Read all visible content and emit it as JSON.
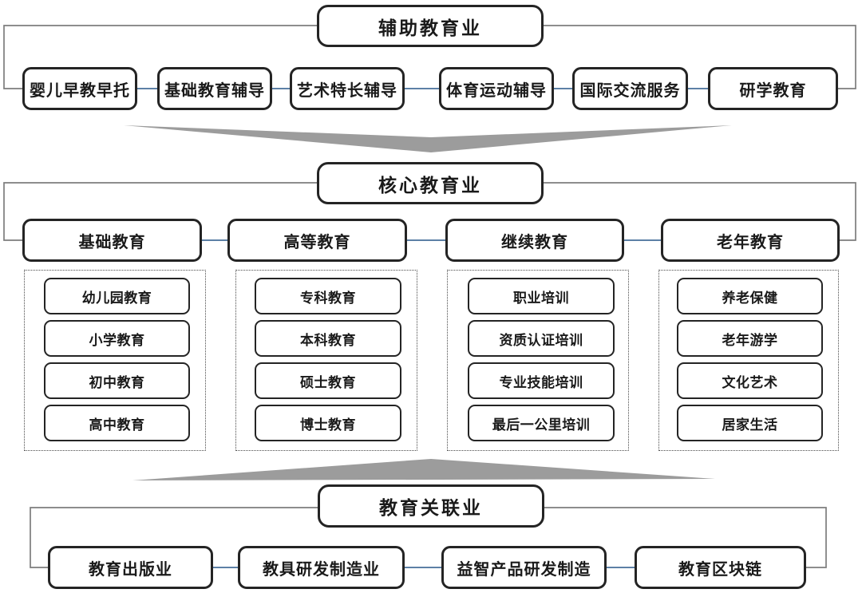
{
  "colors": {
    "background": "#ffffff",
    "box_border": "#242424",
    "text": "#1a1a1a",
    "bracket_line": "#7d7d7d",
    "connector_line": "#5c80a6",
    "divider_arrow": "#9c9c9c"
  },
  "auxiliary": {
    "title": "辅助教育业",
    "items": [
      "婴儿早教早托",
      "基础教育辅导",
      "艺术特长辅导",
      "体育运动辅导",
      "国际交流服务",
      "研学教育"
    ]
  },
  "core": {
    "title": "核心教育业",
    "categories": [
      {
        "label": "基础教育",
        "children": [
          "幼儿园教育",
          "小学教育",
          "初中教育",
          "高中教育"
        ]
      },
      {
        "label": "高等教育",
        "children": [
          "专科教育",
          "本科教育",
          "硕士教育",
          "博士教育"
        ]
      },
      {
        "label": "继续教育",
        "children": [
          "职业培训",
          "资质认证培训",
          "专业技能培训",
          "最后一公里培训"
        ]
      },
      {
        "label": "老年教育",
        "children": [
          "养老保健",
          "老年游学",
          "文化艺术",
          "居家生活"
        ]
      }
    ]
  },
  "related": {
    "title": "教育关联业",
    "items": [
      "教育出版业",
      "教具研发制造业",
      "益智产品研发制造",
      "教育区块链"
    ]
  }
}
